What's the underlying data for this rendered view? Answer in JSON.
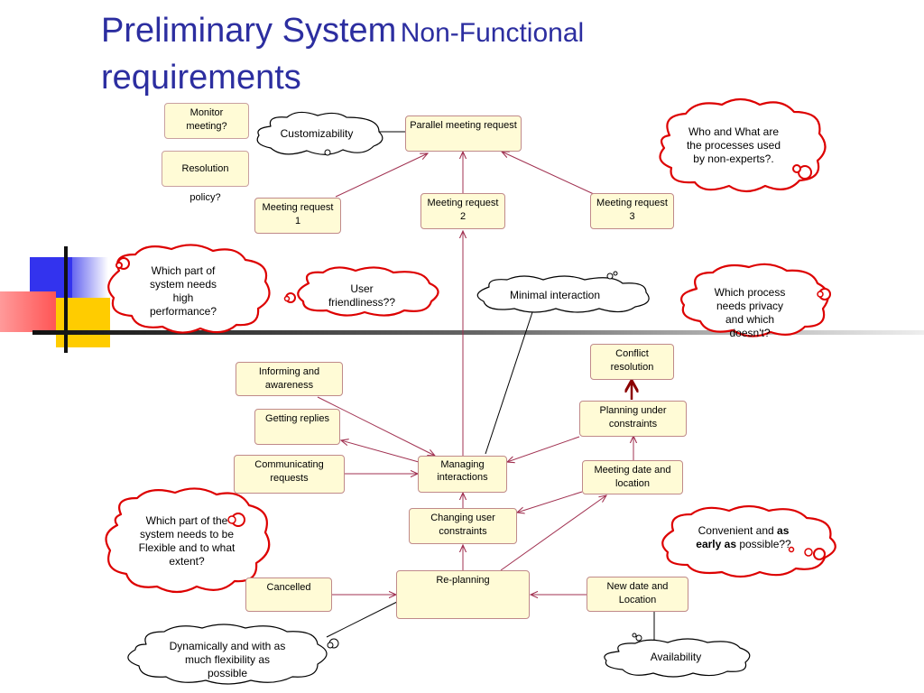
{
  "title": {
    "part1": "Preliminary System",
    "part2": "Non-Functional",
    "part3": "requirements"
  },
  "nodes": {
    "monitor_meeting": "Monitor meeting?",
    "resolution_policy": "Resolution policy?",
    "parallel_meeting_request": "Parallel meeting request",
    "meeting_request_1": "Meeting request 1",
    "meeting_request_2": "Meeting request 2",
    "meeting_request_3": "Meeting request 3",
    "informing_awareness": "Informing and awareness",
    "getting_replies": "Getting replies",
    "communicating_requests": "Communicating requests",
    "managing_interactions": "Managing interactions",
    "changing_user_constraints": "Changing user constraints",
    "conflict_resolution": "Conflict resolution",
    "planning_under_constraints": "Planning under constraints",
    "meeting_date_location": "Meeting date and location",
    "cancelled": "Cancelled",
    "re_planning": "Re-planning",
    "new_date_location": "New date and Location"
  },
  "clouds": {
    "customizability": "Customizability",
    "who_and_what": "Who and What are the processes used by non-experts?.",
    "system_performance": "Which part of system needs high performance?",
    "user_friendliness": "User friendliness??",
    "minimal_interaction": "Minimal interaction",
    "privacy": "Which process needs privacy and which doesn't?",
    "flexible": "Which part of the system needs to be Flexible and to what extent?",
    "convenient_pre": "Convenient and ",
    "convenient_bold": "as early as",
    "convenient_post": " possible??",
    "dynamically": "Dynamically and with as much flexibility as possible",
    "availability": "Availability"
  },
  "colors": {
    "title": "#2c2ea0",
    "node_fill": "#fffbd6",
    "node_border": "#c08a8a",
    "link": "#a03050",
    "red_cloud": "#dd0000",
    "black_cloud": "#000000"
  }
}
